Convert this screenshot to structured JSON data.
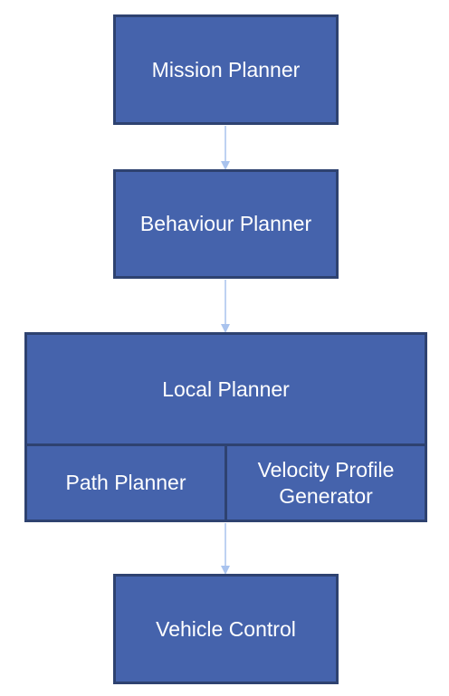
{
  "diagram": {
    "nodes": {
      "mission_planner": "Mission Planner",
      "behaviour_planner": "Behaviour Planner",
      "local_planner": "Local Planner",
      "path_planner": "Path Planner",
      "velocity_profile_generator": "Velocity Profile Generator",
      "vehicle_control": "Vehicle Control"
    },
    "edges": [
      {
        "from": "mission_planner",
        "to": "behaviour_planner"
      },
      {
        "from": "behaviour_planner",
        "to": "local_planner"
      },
      {
        "from": "local_planner",
        "to": "vehicle_control"
      }
    ],
    "colors": {
      "box_fill": "#4563AC",
      "box_border": "#2E4270",
      "text": "#FFFFFF",
      "arrow": "#A9C3EE"
    }
  }
}
